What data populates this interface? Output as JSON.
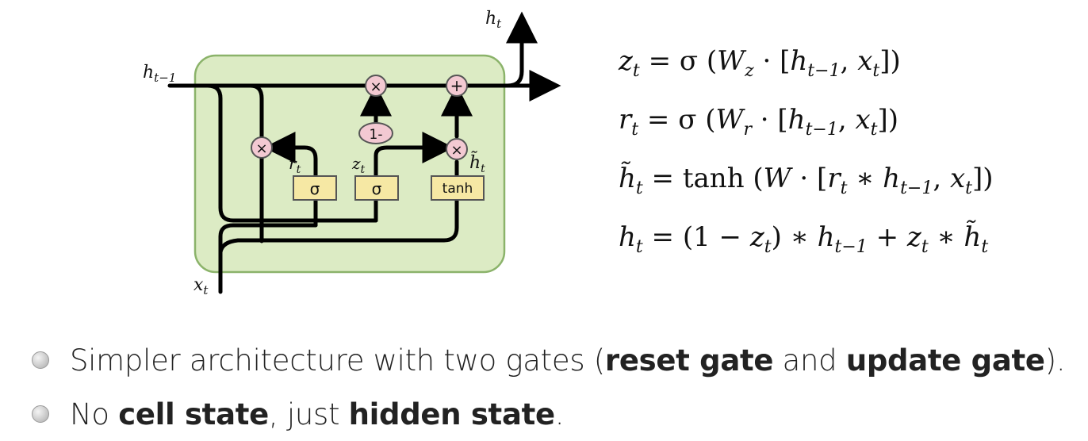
{
  "diagram": {
    "labels": {
      "h_out": "h",
      "h_out_sub": "t",
      "h_prev": "h",
      "h_prev_sub": "t−1",
      "x_in": "x",
      "x_in_sub": "t",
      "r": "r",
      "r_sub": "t",
      "z": "z",
      "z_sub": "t",
      "h_tilde": "h̃",
      "h_tilde_sub": "t"
    },
    "ops": {
      "mult": "×",
      "plus": "+",
      "one_minus": "1-",
      "sigma_r": "σ",
      "sigma_z": "σ",
      "tanh": "tanh"
    },
    "colors": {
      "cell_fill": "#dcebc4",
      "cell_stroke": "#8bb36a",
      "gate_fill": "#f6e8a4",
      "gate_stroke": "#555555",
      "op_fill": "#f3c9d2",
      "op_stroke": "#555555",
      "line": "#000000"
    }
  },
  "equations": {
    "e1": {
      "lhs": "z",
      "lhs_sub": "t",
      "rhs1": " = σ (",
      "w": "W",
      "w_sub": "z",
      "rhs2": " · [",
      "h": "h",
      "h_sub": "t−1",
      "rhs3": ", ",
      "x": "x",
      "x_sub": "t",
      "rhs4": "])"
    },
    "e2": {
      "lhs": "r",
      "lhs_sub": "t",
      "rhs1": " = σ (",
      "w": "W",
      "w_sub": "r",
      "rhs2": " · [",
      "h": "h",
      "h_sub": "t−1",
      "rhs3": ", ",
      "x": "x",
      "x_sub": "t",
      "rhs4": "])"
    },
    "e3": {
      "lhs": "h̃",
      "lhs_sub": "t",
      "eq": " = ",
      "fn": "tanh",
      "rhs1": " (",
      "w": "W",
      "rhs2": " · [",
      "r": "r",
      "r_sub": "t",
      "star": " ∗ ",
      "h": "h",
      "h_sub": "t−1",
      "rhs3": ", ",
      "x": "x",
      "x_sub": "t",
      "rhs4": "])"
    },
    "e4": {
      "lhs": "h",
      "lhs_sub": "t",
      "rhs1": " = (1 − ",
      "z": "z",
      "z_sub": "t",
      "rhs2": ") ∗ ",
      "h": "h",
      "h_sub": "t−1",
      "rhs3": " + ",
      "z2": "z",
      "z2_sub": "t",
      "star": " ∗ ",
      "ht": "h̃",
      "ht_sub": "t"
    }
  },
  "bullets": {
    "b1": {
      "t1": "Simpler architecture with two gates (",
      "k1": "reset gate",
      "t2": " and ",
      "k2": "update gate",
      "t3": ")."
    },
    "b2": {
      "t1": "No ",
      "k1": "cell state",
      "t2": ", just ",
      "k2": "hidden state",
      "t3": "."
    }
  }
}
